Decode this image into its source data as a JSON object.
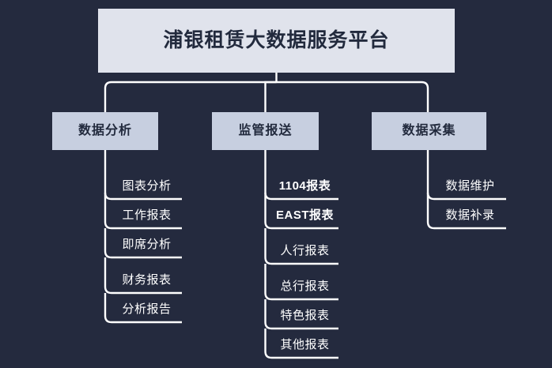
{
  "colors": {
    "background": "#242a3e",
    "root_box_fill": "#e0e3ec",
    "level2_box_fill": "#c7cfe0",
    "box_text": "#222a3d",
    "leaf_text": "#ffffff",
    "connector_line": "#ffffff"
  },
  "root": {
    "title": "浦银租赁大数据服务平台"
  },
  "branches": [
    {
      "label": "数据分析",
      "leaves": [
        {
          "label": "图表分析",
          "emphasis": false
        },
        {
          "label": "工作报表",
          "emphasis": false
        },
        {
          "label": "即席分析",
          "emphasis": false
        },
        {
          "label": "财务报表",
          "emphasis": false
        },
        {
          "label": "分析报告",
          "emphasis": false
        }
      ]
    },
    {
      "label": "监管报送",
      "leaves": [
        {
          "label": "1104报表",
          "emphasis": true
        },
        {
          "label": "EAST报表",
          "emphasis": true
        },
        {
          "label": "人行报表",
          "emphasis": false
        },
        {
          "label": "总行报表",
          "emphasis": false
        },
        {
          "label": "特色报表",
          "emphasis": false
        },
        {
          "label": "其他报表",
          "emphasis": false
        }
      ]
    },
    {
      "label": "数据采集",
      "leaves": [
        {
          "label": "数据维护",
          "emphasis": false
        },
        {
          "label": "数据补录",
          "emphasis": false
        }
      ]
    }
  ]
}
